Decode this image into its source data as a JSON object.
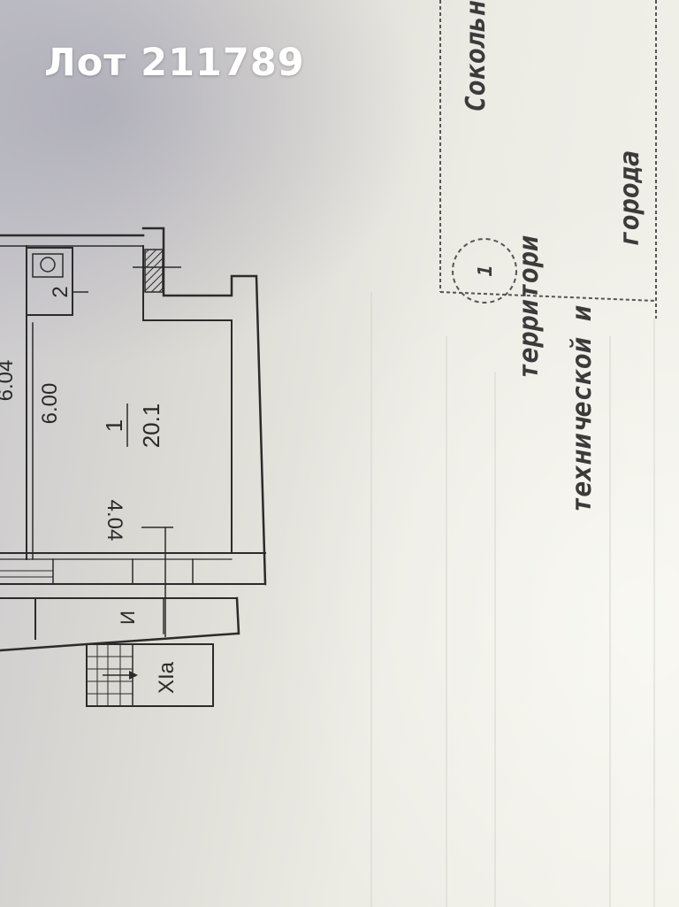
{
  "overlay": {
    "lot_label": "Лот 211789"
  },
  "plan": {
    "dim_left": "6.04",
    "dim_length": "6.00",
    "room_number": "1",
    "room_area": "20.1",
    "dim_width": "4.04",
    "wc_number": "2",
    "entrance_letter": "И",
    "stair_label": "XIa"
  },
  "stamp": {
    "lines": [
      "Сокольн",
      "территори",
      "технической и",
      "города"
    ],
    "circle_number": "1"
  },
  "colors": {
    "ink": "#2a2a2a",
    "paper": "#ecebe4",
    "overlay_text": "#ffffff"
  }
}
